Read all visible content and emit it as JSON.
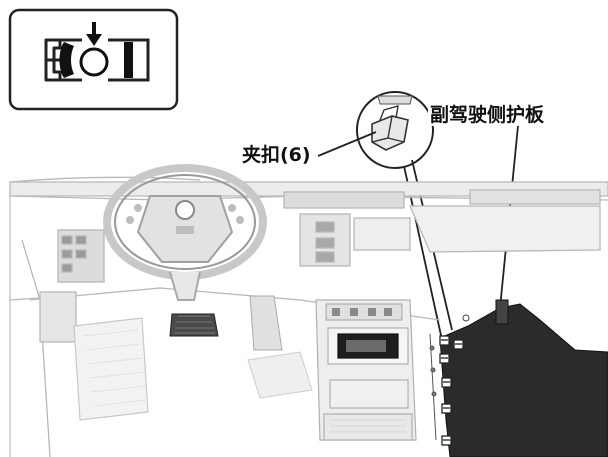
{
  "labels": {
    "clip": "夹扣(6)",
    "panel": "副驾驶侧护板"
  },
  "icons": {
    "legend": "clip-release-push-icon",
    "callout": "clip-closeup-icon"
  },
  "colors": {
    "outline": "#222222",
    "panel_fill": "#2b2b2b",
    "dash_gray": "#bdbdbd",
    "dash_light": "#e6e6e6"
  },
  "clip_count": 6
}
